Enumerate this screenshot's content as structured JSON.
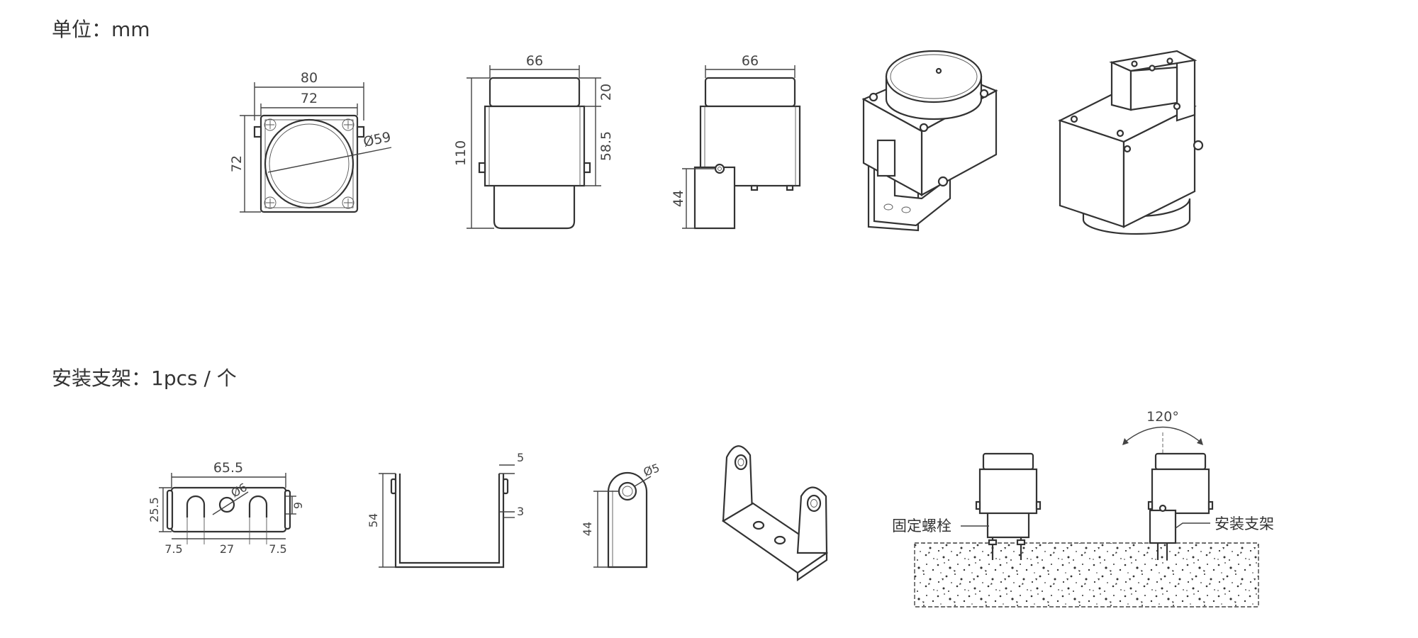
{
  "sections": {
    "unit_heading": "单位：mm",
    "bracket_heading": "安装支架：1pcs / 个"
  },
  "dimensions": {
    "front": {
      "outer_width": "80",
      "inner_width": "72",
      "height": "72",
      "diameter": "Ø59"
    },
    "side": {
      "width": "66",
      "cap_height": "20",
      "body_height": "58.5",
      "total_height": "110"
    },
    "rear": {
      "width": "66",
      "bracket_height": "44"
    },
    "bracket_top": {
      "length": "65.5",
      "height": "25.5",
      "hole_diameter": "Ø6",
      "slot_width": "9",
      "left_offset": "7.5",
      "center_spacing": "27",
      "right_offset": "7.5"
    },
    "bracket_side": {
      "height": "54",
      "top_thickness": "5",
      "bottom_thickness": "3"
    },
    "bracket_end": {
      "hole_diameter": "Ø5",
      "height": "44"
    }
  },
  "installation": {
    "rotation_angle": "120°",
    "fixing_bolt_label": "固定螺栓",
    "bracket_label": "安装支架"
  },
  "colors": {
    "line": "#444444",
    "text": "#333333",
    "background": "#ffffff"
  }
}
